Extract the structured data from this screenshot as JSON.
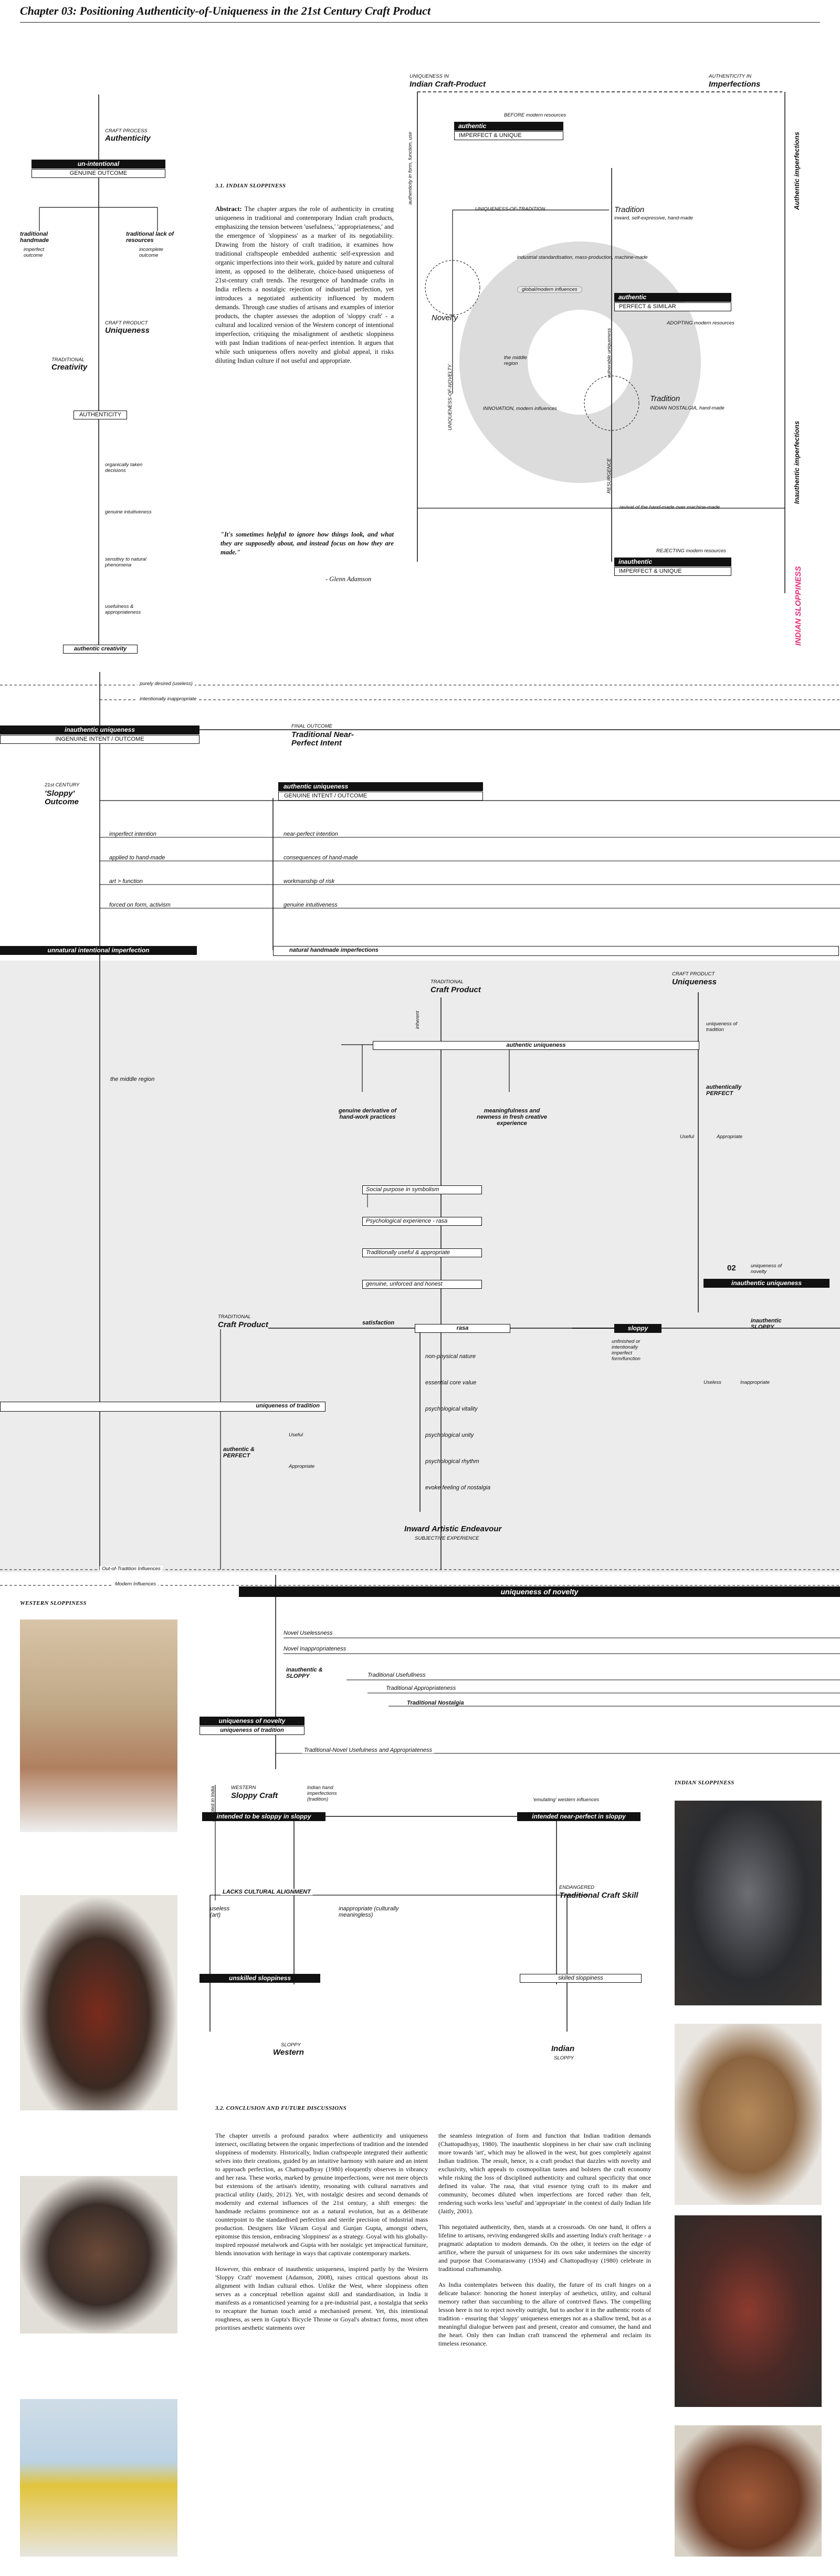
{
  "header": {
    "title": "Chapter 03: Positioning Authenticity-of-Uniqueness in the 21st Century Craft Product"
  },
  "left_chart": {
    "craft_process_small": "CRAFT PROCESS",
    "craft_process": "Authenticity",
    "unintentional": "un-intentional",
    "genuine_outcome": "GENUINE OUTCOME",
    "traditional_handmade": "traditional handmade",
    "imperfect_outcome": "imperfect outcome",
    "traditional_lack": "traditional lack of resources",
    "incomplete_outcome": "incomplete outcome",
    "craft_product_small": "CRAFT PRODUCT",
    "uniqueness": "Uniqueness",
    "traditional_small": "TRADITIONAL",
    "creativity": "Creativity",
    "authenticity_box": "AUTHENTICITY",
    "steps": [
      "organically taken decisions",
      "genuine intuitiveness",
      "sensitivy to natural phenomena",
      "usefulness & appropriateness"
    ],
    "authentic_creativity": "authentic creativity"
  },
  "section31": {
    "heading": "3.1. INDIAN SLOPPINESS",
    "abstract_label": "Abstract:",
    "abstract": "The chapter argues the role of authenticity in creating uniqueness in traditional and contemporary Indian craft products, emphasizing the tension between 'usefulness,' 'appropriateness,' and the emergence of 'sloppiness' as a marker of its negotiability. Drawing from the history of craft tradition, it examines how traditional craftspeople embedded authentic self-expression and organic imperfections into their work, guided by nature and cultural intent, as opposed to the deliberate, choice-based uniqueness of 21st-century craft trends. The resurgence of handmade crafts in India reflects a nostalgic rejection of industrial perfection, yet introduces a negotiated authenticity influenced by modern demands. Through case studies of artisans and examples of interior products, the chapter assesses the adoption of 'sloppy craft' - a cultural and localized version of the Western concept of intentional imperfection, critiquing the misalignment of aesthetic sloppiness with past Indian traditions of near-perfect intention. It argues that while such uniqueness offers novelty and global appeal, it risks diluting Indian culture if not useful and appropriate.",
    "quote": "\"It's sometimes helpful to ignore how things look, and what they are supposedly about, and instead focus on how they are made.\"",
    "quote_author": "- Glenn Adamson"
  },
  "right_chart": {
    "uniqueness_in_small": "UNIQUENESS IN",
    "indian_craft_product": "Indian Craft-Product",
    "authenticity_in_small": "AUTHENTICITY IN",
    "imperfections": "Imperfections",
    "vertical_left": "authenticity in form, function, use",
    "before_modern": "BEFORE modern resources",
    "authentic": "authentic",
    "imperfect_unique": "IMPERFECT & UNIQUE",
    "uniqueness_of_tradition": "UNIQUENESS-OF-TRADITION",
    "tradition": "Tradition",
    "tradition_sub": "inward, self-expressive, hand-made",
    "industrial": "industrial standardisation, mass-production, machine-made",
    "global_modern": "global/modern influences",
    "novelty": "Novelty",
    "authentic2": "authentic",
    "perfect_similar": "PERFECT & SIMILAR",
    "adopting": "ADOPTING modern resources",
    "middle_region": "the middle region",
    "uniqueness_of_novelty_v": "UNIQUENESS-OF-NOVELTY",
    "vulnerable": "vulnerable uniqueness",
    "tradition2": "Tradition",
    "indian_nostalgia": "INDIAN NOSTALGIA, hand-made",
    "innovation": "INNOVATION, modern influences",
    "resurgence": "RESURGENCE",
    "revival": "revival of the hand-made over machine-made",
    "rejecting": "REJECTING modern resources",
    "inauthentic": "inauthentic",
    "imperfect_unique2": "IMPERFECT & UNIQUE",
    "authentic_imperfections_v": "Authentic imperfections",
    "inauthentic_imperfections_v": "Inauthentic imperfections",
    "indian_sloppiness_v": "INDIAN SLOPPINESS"
  },
  "middle": {
    "purely_desired": "purely desired (useless)",
    "intentionally_inappropriate": "intentionally inappropriate",
    "inauthentic_uniqueness": "inauthentic uniqueness",
    "ingenuine": "INGENUINE INTENT / OUTCOME",
    "final_outcome_small": "FINAL OUTCOME",
    "final_outcome": "Traditional Near-Perfect Intent",
    "authentic_uniqueness": "authentic uniqueness",
    "genuine_intent": "GENUINE INTENT / OUTCOME",
    "century_small": "21st CENTURY",
    "sloppy_outcome": "'Sloppy' Outcome",
    "left_rows": [
      "imperfect intention",
      "applied to hand-made",
      "art > function",
      "forced on form, activism"
    ],
    "right_rows": [
      "near-perfect intention",
      "consequences of hand-made",
      "workmanship of risk",
      "genuine intuitiveness"
    ],
    "unnatural": "unnatural intentional imperfection",
    "natural": "natural handmade imperfections"
  },
  "gray": {
    "middle_region": "the middle region",
    "traditional_small": "TRADITIONAL",
    "craft_product": "Craft Product",
    "craft_product_small": "CRAFT PRODUCT",
    "uniqueness": "Uniqueness",
    "inherent": "inherent",
    "authentic_uniqueness": "authentic uniqueness",
    "uniqueness_of_tradition_small": "uniqueness of tradition",
    "authentically_perfect": "authentically PERFECT",
    "useful": "Useful",
    "appropriate": "Appropriate",
    "genuine_derivative": "genuine derivative of hand-work practices",
    "meaningfulness": "meaningfulness and newness in fresh creative experience",
    "ladder": [
      "Social purpose in symbolism",
      "Psychological experience - rasa",
      "Traditionally useful & appropriate",
      "genuine, unforced and honest"
    ],
    "num02": "02",
    "uniqueness_of_novelty_small": "uniqueness of novelty",
    "inauthentic_uniqueness": "inauthentic uniqueness",
    "traditional_small2": "TRADITIONAL",
    "craft_product2": "Craft Product",
    "satisfaction": "satisfaction",
    "rasa": "rasa",
    "sloppy": "sloppy",
    "unfinished": "unfinished or intentionally imperfect form/function",
    "inauthentic_sloppy": "inauthentic SLOPPY",
    "useless": "Useless",
    "inappropriate": "Inappropriate",
    "uniqueness_of_tradition_bar": "uniqueness of tradition",
    "rasa_rows": [
      "non-physical nature",
      "essential core value",
      "psychological vitality",
      "psychological unity",
      "psychological rhythm",
      "evoke feeling of nostalgia"
    ],
    "useful2": "Useful",
    "appropriate2": "Appropriate",
    "authentic_perfect": "authentic & PERFECT",
    "inward": "Inward Artistic Endeavour",
    "subjective": "SUBJECTIVE EXPERIENCE"
  },
  "lower": {
    "out_of_tradition": "Out-of-Tradition Influences",
    "modern_influences": "Modern Influences",
    "uniqueness_of_novelty": "uniqueness of novelty",
    "western_sloppiness": "WESTERN SLOPPINESS",
    "indian_sloppiness": "INDIAN SLOPPINESS",
    "branch_rows": [
      "Novel Uselessness",
      "Novel Inappropriateness",
      "Traditional Usefullness",
      "Traditional Appropriateness",
      "Traditional Nostalgia"
    ],
    "inauthentic_sloppy": "inauthentic & SLOPPY",
    "uon": "uniqueness of novelty",
    "uot": "uniqueness of tradition",
    "trad_novel": "Traditional-Novel Usefulness and Appropriateness",
    "adopted": "adopted in India",
    "western_small": "WESTERN",
    "sloppy_craft": "Sloppy Craft",
    "indian_hand": "Indian hand imperfections (tradition)",
    "emulating": "'emulating' western influences",
    "intended_sloppy": "intended to be sloppy in sloppy",
    "intended_near": "intended near-perfect in sloppy",
    "lacks": "LACKS CULTURAL ALIGNMENT",
    "useless_art": "useless (art)",
    "inappropriate_cult": "inappropriate (culturally meaningless)",
    "endangered": "ENDANGERED",
    "traditional_skill": "Traditional Craft Skill",
    "unskilled": "unskilled sloppiness",
    "skilled": "skilled sloppiness",
    "sloppy_small": "SLOPPY",
    "western": "Western",
    "indian": "Indian",
    "sloppy_small2": "SLOPPY"
  },
  "section32": {
    "heading": "3.2. CONCLUSION AND FUTURE DISCUSSIONS",
    "col1": "The chapter unveils a profound paradox where authenticity and uniqueness intersect, oscillating between the organic imperfections of tradition and the intended sloppiness of modernity. Historically, Indian craftspeople integrated their authentic selves into their creations, guided by an intuitive harmony with nature and an intent to approach perfection, as Chattopadhyay (1980) eloquently observes in vibrancy and her rasa. These works, marked by genuine imperfections, were not mere objects but extensions of the artisan's identity, resonating with cultural narratives and practical utility (Jaitly, 2012). Yet, with nostalgic desires and second demands of modernity and external influences of the 21st century, a shift emerges: the handmade reclaims prominence not as a natural evolution, but as a deliberate counterpoint to the standardised perfection and sterile precision of industrial mass production. Designers like Vikram Goyal and Gunjan Gupta, amongst others, epitomise this tension, embracing 'sloppiness' as a strategy. Goyal with his globally-inspired repoussé metalwork and Gupta with her nostalgic yet impractical furniture, blends innovation with heritage in ways that captivate contemporary markets.",
    "col1b": "However, this embrace of inauthentic uniqueness, inspired partly by the Western 'Sloppy Craft' movement (Adamson, 2008), raises critical questions about its alignment with Indian cultural ethos. Unlike the West, where sloppiness often serves as a conceptual rebellion against skill and standardisation, in India it manifests as a romanticised yearning for a pre-industrial past, a nostalgia that seeks to recapture the human touch amid a mechanised present. Yet, this intentional roughness, as seen in Gupta's Bicycle Throne or Goyal's abstract forms, most often prioritises aesthetic statements over",
    "col2": "the seamless integration of form and function that Indian tradition demands (Chattopadhyay, 1980). The inauthentic sloppiness in her chair saw craft inclining more towards 'art', which may be allowed in the west, but goes completely against Indian tradition. The result, hence, is a craft product that dazzles with novelty and exclusivity, which appeals to cosmopolitan tastes and bolsters the craft economy while risking the loss of disciplined authenticity and cultural specificity that once defined its value. The rasa, that vital essence tying craft to its maker and community, becomes diluted when imperfections are forced rather than felt, rendering such works less 'useful' and 'appropriate' in the context of daily Indian life (Jaitly, 2001).",
    "col2b": "This negotiated authenticity, then, stands at a crossroads. On one hand, it offers a lifeline to artisans, reviving endangered skills and asserting India's craft heritage - a pragmatic adaptation to modern demands. On the other, it teeters on the edge of artifice, where the pursuit of uniqueness for its own sake undermines the sincerity and purpose that Coomaraswamy (1934) and Chattopadhyay (1980) celebrate in traditional craftsmanship.",
    "col2c": "As India contemplates between this duality, the future of its craft hinges on a delicate balance: honoring the honest interplay of aesthetics, utility, and cultural memory rather than succumbing to the allure of contrived flaws. The compelling lesson here is not to reject novelty outright, but to anchor it in the authentic roots of tradition - ensuring that 'sloppy' uniqueness emerges not as a shallow trend, but as a meaningful dialogue between past and present, creator and consumer, the hand and the heart. Only then can Indian craft transcend the ephemeral and reclaim its timeless resonance."
  },
  "colors": {
    "ink": "#111111",
    "gray_band": "#ececec",
    "pink": "#e0307a",
    "blue": "#2a4fb5"
  }
}
